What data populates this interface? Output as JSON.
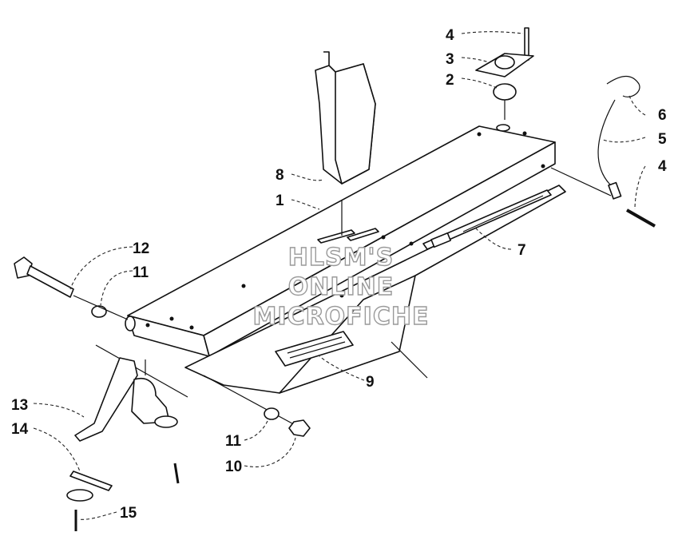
{
  "watermark": {
    "line1": "HLSM'S",
    "line2": "ONLINE",
    "line3": "MICROFICHE"
  },
  "callouts": [
    {
      "id": "c4a",
      "label": "4"
    },
    {
      "id": "c3",
      "label": "3"
    },
    {
      "id": "c2",
      "label": "2"
    },
    {
      "id": "c6",
      "label": "6"
    },
    {
      "id": "c5",
      "label": "5"
    },
    {
      "id": "c4b",
      "label": "4"
    },
    {
      "id": "c8",
      "label": "8"
    },
    {
      "id": "c1",
      "label": "1"
    },
    {
      "id": "c7",
      "label": "7"
    },
    {
      "id": "c12",
      "label": "12"
    },
    {
      "id": "c11a",
      "label": "11"
    },
    {
      "id": "c9",
      "label": "9"
    },
    {
      "id": "c13",
      "label": "13"
    },
    {
      "id": "c14",
      "label": "14"
    },
    {
      "id": "c11b",
      "label": "11"
    },
    {
      "id": "c10",
      "label": "10"
    },
    {
      "id": "c15",
      "label": "15"
    }
  ]
}
